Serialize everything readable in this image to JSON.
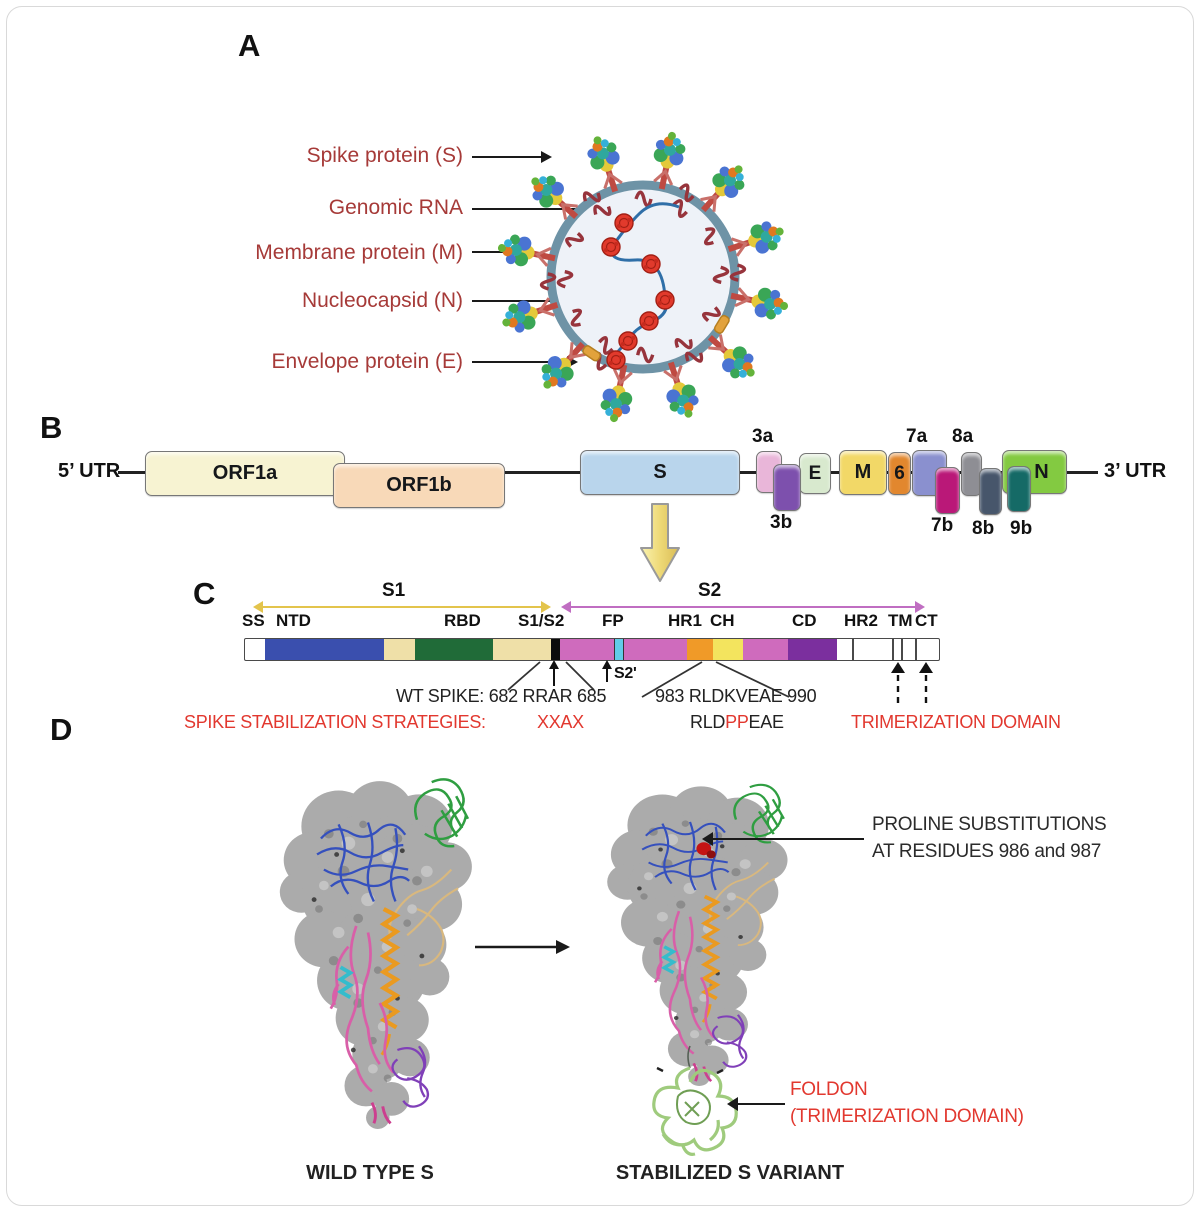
{
  "figure": {
    "panel_a_letter": "A",
    "panel_b_letter": "B",
    "panel_c_letter": "C",
    "panel_d_letter": "D"
  },
  "panel_a": {
    "annotations": [
      {
        "text": "Spike protein (S)"
      },
      {
        "text": "Genomic RNA"
      },
      {
        "text": "Membrane protein (M)"
      },
      {
        "text": "Nucleocapsid (N)"
      },
      {
        "text": "Envelope  protein (E)"
      }
    ]
  },
  "panel_b": {
    "utr5": "5’ UTR",
    "utr3": "3’ UTR",
    "orf1a": "ORF1a",
    "orf1b": "ORF1b",
    "s": "S",
    "e": "E",
    "m": "M",
    "six": "6",
    "n": "N",
    "g3a": "3a",
    "g3b": "3b",
    "g7a": "7a",
    "g7b": "7b",
    "g8a": "8a",
    "g8b": "8b",
    "g9b": "9b"
  },
  "panel_c": {
    "s1": "S1",
    "s2": "S2",
    "domains": [
      "SS",
      "NTD",
      "RBD",
      "S1/S2",
      "FP",
      "HR1",
      "CH",
      "CD",
      "HR2",
      "TM",
      "CT"
    ],
    "s2_prime": "S2'",
    "wt_prefix": "WT SPIKE:",
    "wt_site1": "682 RRAR 685",
    "wt_site2": "983 RLDKVEAE 990",
    "stab_prefix": "SPIKE STABILIZATION STRATEGIES:",
    "stab_xxax": "XXAX",
    "stab_rld": "RLD",
    "stab_pp": "PP",
    "stab_eae": "EAE",
    "stab_trimer": "TRIMERIZATION DOMAIN"
  },
  "panel_d": {
    "proline_line1": "PROLINE SUBSTITUTIONS",
    "proline_line2": "AT RESIDUES 986 and 987",
    "foldon_line1": "FOLDON",
    "foldon_line2": "(TRIMERIZATION DOMAIN)",
    "wild_type_label": "WILD TYPE S",
    "stabilized_label": "STABILIZED S VARIANT"
  },
  "colors": {
    "panel_a_label": "#a63a38",
    "accent_red": "#e2382f",
    "s1_arrow": "#e3c44c",
    "s2_arrow": "#c06ec2"
  }
}
